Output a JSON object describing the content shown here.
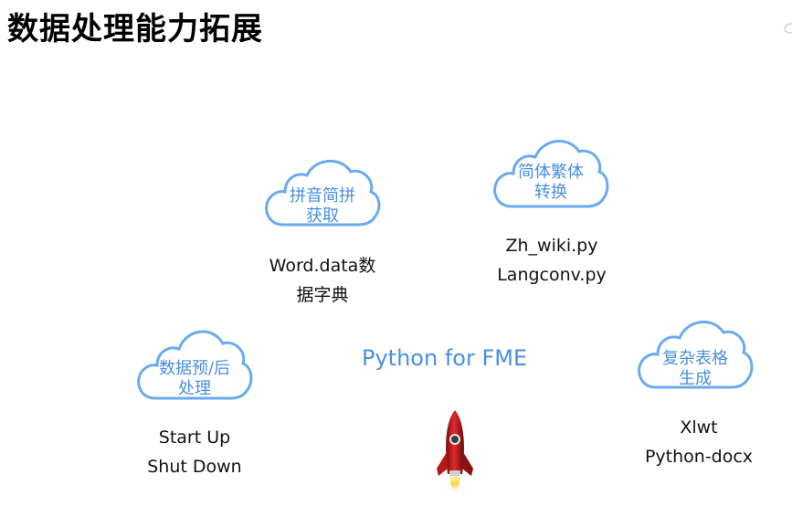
{
  "title": "数据处理能力拓展",
  "center_label": "Python for FME",
  "colors": {
    "accent": "#4a8fe0",
    "cloud_stroke": "#6aaaf0",
    "text": "#111111"
  },
  "clouds": [
    {
      "line1": "拼音简拼",
      "line2": "获取"
    },
    {
      "line1": "简体繁体",
      "line2": "转换"
    },
    {
      "line1": "数据预/后",
      "line2": "处理"
    },
    {
      "line1": "复杂表格",
      "line2": "生成"
    }
  ],
  "notes": [
    {
      "line1": "Word.data数",
      "line2": "据字典"
    },
    {
      "line1": "Zh_wiki.py",
      "line2": "Langconv.py"
    },
    {
      "line1": "Start Up",
      "line2": "Shut Down"
    },
    {
      "line1": "Xlwt",
      "line2": "Python-docx"
    }
  ],
  "icons": {
    "rocket": "rocket-icon",
    "cloud": "cloud-icon"
  }
}
